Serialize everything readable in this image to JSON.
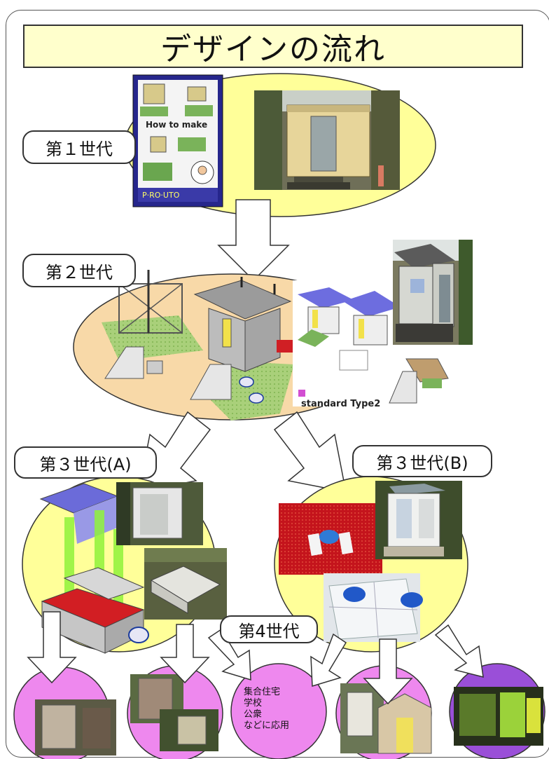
{
  "title": "デザインの流れ",
  "generations": {
    "gen1": "第１世代",
    "gen2": "第２世代",
    "gen3a": "第３世代(A)",
    "gen3b": "第３世代(B)",
    "gen4": "第4世代"
  },
  "booklet": {
    "text": "How to make"
  },
  "standard_type_label": "standard Type2",
  "usage_lines": [
    "集合住宅",
    "学校",
    "公衆",
    "などに応用"
  ],
  "colors": {
    "yellow_oval": "#ffff99",
    "tan_oval": "#f8d9a8",
    "pink_circle": "#ee88ee",
    "frame": "#555555",
    "title_bg": "#ffffcc"
  }
}
